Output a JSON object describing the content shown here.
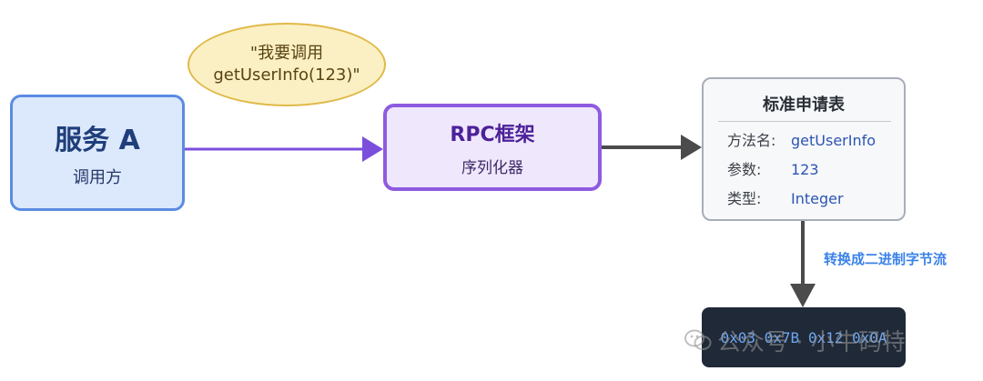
{
  "service": {
    "title": "服务 A",
    "subtitle": "调用方"
  },
  "bubble": {
    "line1": "\"我要调用",
    "line2": "getUserInfo(123)\""
  },
  "rpc": {
    "title": "RPC框架",
    "subtitle": "序列化器"
  },
  "form": {
    "title": "标准申请表",
    "rows": [
      {
        "key": "方法名:",
        "value": "getUserInfo"
      },
      {
        "key": "参数:",
        "value": "123"
      },
      {
        "key": "类型:",
        "value": "Integer"
      }
    ]
  },
  "edge_label": "转换成二进制字节流",
  "bytes": "0x03 0x7B 0x12 0x0A",
  "watermark": "公众号 · 小牛码特",
  "colors": {
    "service_fill": "#dce8fb",
    "service_border": "#5b8be3",
    "rpc_fill": "#efe7fc",
    "rpc_border": "#8e5be0",
    "arrow_purple": "#7b4fdc",
    "arrow_gray": "#4b4b4b",
    "label_blue": "#3b82e8",
    "binary_fill": "#1f2937"
  }
}
